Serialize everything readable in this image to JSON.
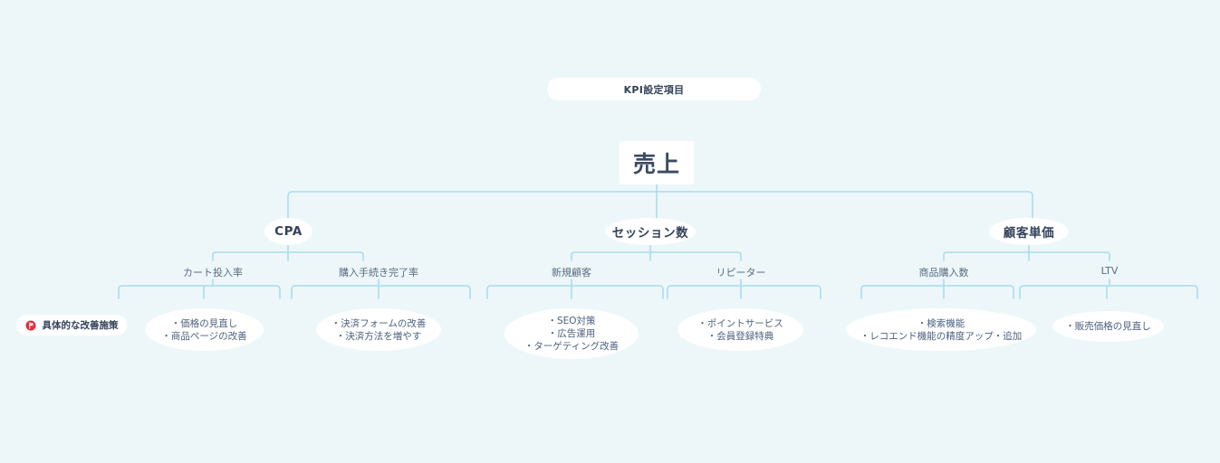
{
  "canvas": {
    "background_color": "#edf7fa",
    "line_color": "#a9dcef",
    "node_fill": "#ffffff",
    "text_color": "#33425b"
  },
  "header": {
    "title": "KPI設定項目"
  },
  "legend": {
    "label": "具体的な改善施策",
    "icon": "red-flag-circle-icon",
    "icon_color": "#e8283c"
  },
  "tree": {
    "root": {
      "label": "売上"
    },
    "branches": [
      {
        "label": "CPA",
        "metrics": [
          {
            "label": "カート投入率",
            "actions": [
              "・価格の見直し",
              "・商品ページの改善"
            ]
          },
          {
            "label": "購入手続き完了率",
            "actions": [
              "・決済フォームの改善",
              "・決済方法を増やす"
            ]
          }
        ]
      },
      {
        "label": "セッション数",
        "metrics": [
          {
            "label": "新規顧客",
            "actions": [
              "・SEO対策",
              "・広告運用",
              "・ターゲティング改善"
            ]
          },
          {
            "label": "リピーター",
            "actions": [
              "・ポイントサービス",
              "・会員登録特典"
            ]
          }
        ]
      },
      {
        "label": "顧客単価",
        "metrics": [
          {
            "label": "商品購入数",
            "actions": [
              "・検索機能",
              "・レコエンド機能の精度アップ・追加"
            ]
          },
          {
            "label": "LTV",
            "actions": [
              "・販売価格の見直し"
            ]
          }
        ]
      }
    ]
  }
}
